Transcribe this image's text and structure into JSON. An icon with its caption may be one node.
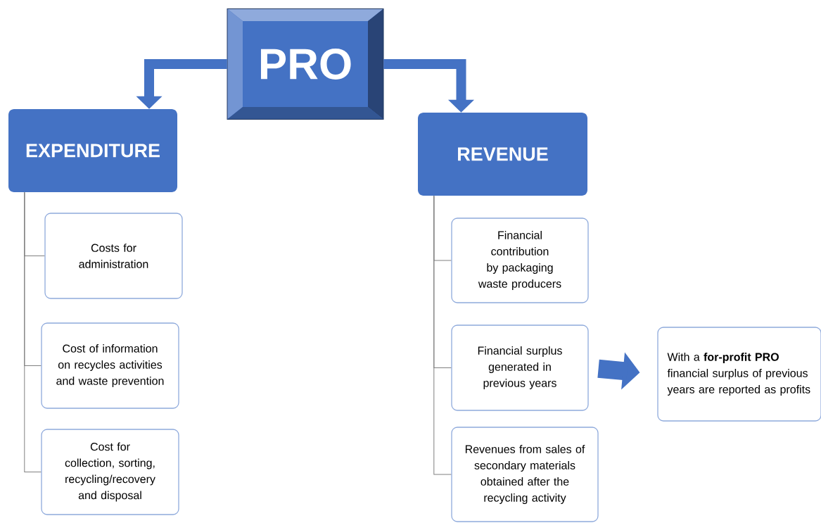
{
  "diagram": {
    "nodes": [
      {
        "text": [
          "PRO"
        ]
      },
      {
        "text": [
          "EXPENDITURE"
        ]
      },
      {
        "text": [
          "REVENUE"
        ]
      },
      {
        "text": [
          "Costs for administration"
        ]
      },
      {
        "text": [
          "Cost of information on recycles activities and waste prevention"
        ]
      },
      {
        "text": [
          "Cost for collection, sorting, recycling/recovery and disposal"
        ]
      },
      {
        "text": [
          "Financial contribution by packaging waste producers"
        ]
      },
      {
        "text": [
          "Financial surplus generated in previous years"
        ]
      },
      {
        "text": [
          "Revenues from sales of secondary materials obtained after the recycling activity"
        ]
      },
      {
        "text": [
          "With a **for-profit PRO** financial surplus of previous years are reported as profits"
        ]
      }
    ],
    "edges": [
      {
        "from": 0,
        "to": 1,
        "arrow": "to",
        "style": "thick",
        "color": "#4472c4"
      },
      {
        "from": 0,
        "to": 2,
        "arrow": "to",
        "style": "thick",
        "color": "#4472c4"
      },
      {
        "from": 1,
        "to": 3,
        "arrow": "none"
      },
      {
        "from": 1,
        "to": 4,
        "arrow": "none"
      },
      {
        "from": 1,
        "to": 5,
        "arrow": "none"
      },
      {
        "from": 2,
        "to": 6,
        "arrow": "none"
      },
      {
        "from": 2,
        "to": 7,
        "arrow": "none"
      },
      {
        "from": 2,
        "to": 8,
        "arrow": "none"
      },
      {
        "from": 7,
        "to": 9,
        "arrow": "to",
        "style": "thick",
        "color": "#4472c4"
      }
    ]
  }
}
